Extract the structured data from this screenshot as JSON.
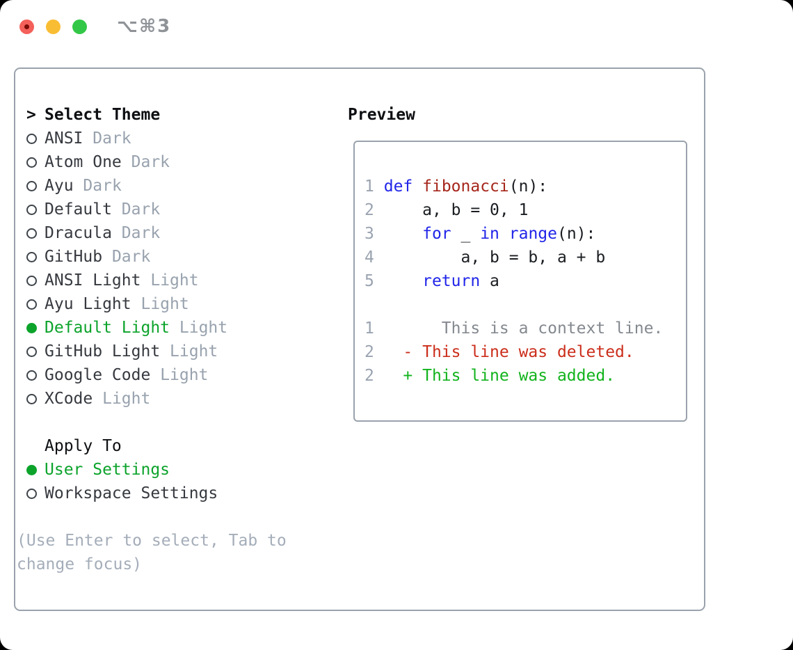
{
  "window": {
    "shortcut_label": "⌥⌘3"
  },
  "theme_picker": {
    "header_cursor": ">",
    "header": "Select Theme",
    "themes": [
      {
        "name": "ANSI",
        "variant": "Dark",
        "selected": false
      },
      {
        "name": "Atom One",
        "variant": "Dark",
        "selected": false
      },
      {
        "name": "Ayu",
        "variant": "Dark",
        "selected": false
      },
      {
        "name": "Default",
        "variant": "Dark",
        "selected": false
      },
      {
        "name": "Dracula",
        "variant": "Dark",
        "selected": false
      },
      {
        "name": "GitHub",
        "variant": "Dark",
        "selected": false
      },
      {
        "name": "ANSI Light",
        "variant": "Light",
        "selected": false
      },
      {
        "name": "Ayu Light",
        "variant": "Light",
        "selected": false
      },
      {
        "name": "Default Light",
        "variant": "Light",
        "selected": true
      },
      {
        "name": "GitHub Light",
        "variant": "Light",
        "selected": false
      },
      {
        "name": "Google Code",
        "variant": "Light",
        "selected": false
      },
      {
        "name": "XCode",
        "variant": "Light",
        "selected": false
      }
    ]
  },
  "apply_to": {
    "header": "Apply To",
    "options": [
      {
        "label": "User Settings",
        "selected": true
      },
      {
        "label": "Workspace Settings",
        "selected": false
      }
    ]
  },
  "hint": {
    "line1": "(Use Enter to select, Tab to",
    "line2": "change focus)"
  },
  "preview": {
    "title": "Preview",
    "code_lines": [
      {
        "num": "1",
        "tokens": [
          [
            "def",
            "kw"
          ],
          [
            " "
          ],
          [
            "fibonacci",
            "fn"
          ],
          [
            "(n):"
          ]
        ]
      },
      {
        "num": "2",
        "tokens": [
          [
            "    a, b = 0, 1"
          ]
        ]
      },
      {
        "num": "3",
        "tokens": [
          [
            "    "
          ],
          [
            "for",
            "kw"
          ],
          [
            " _ "
          ],
          [
            "in",
            "kw"
          ],
          [
            " "
          ],
          [
            "range",
            "kw"
          ],
          [
            "(n):"
          ]
        ]
      },
      {
        "num": "4",
        "tokens": [
          [
            "        a, b = b, a + b"
          ]
        ]
      },
      {
        "num": "5",
        "tokens": [
          [
            "    "
          ],
          [
            "return",
            "kw"
          ],
          [
            " a"
          ]
        ]
      }
    ],
    "diff_lines": [
      {
        "num": "1",
        "type": "context",
        "indent": "       ",
        "marker": "",
        "text": "This is a context line."
      },
      {
        "num": "2",
        "type": "deleted",
        "indent": "   ",
        "marker": "- ",
        "text": "This line was deleted."
      },
      {
        "num": "2",
        "type": "added",
        "indent": "   ",
        "marker": "+ ",
        "text": "This line was added."
      }
    ]
  },
  "colors": {
    "accent_green": "#0ca32b",
    "added_green": "#12b31d",
    "deleted_red": "#cb2e1b",
    "keyword_blue": "#2125e8",
    "function_red": "#a5261b",
    "line_number_gray": "#9aa3b0",
    "context_gray": "#84898f",
    "variant_gray": "#98a2ae",
    "hint_gray": "#a4adb9",
    "border_gray": "#9aa2ac",
    "traffic_red": "#f4605a",
    "traffic_yellow": "#f9bd33",
    "traffic_green": "#33c748"
  }
}
